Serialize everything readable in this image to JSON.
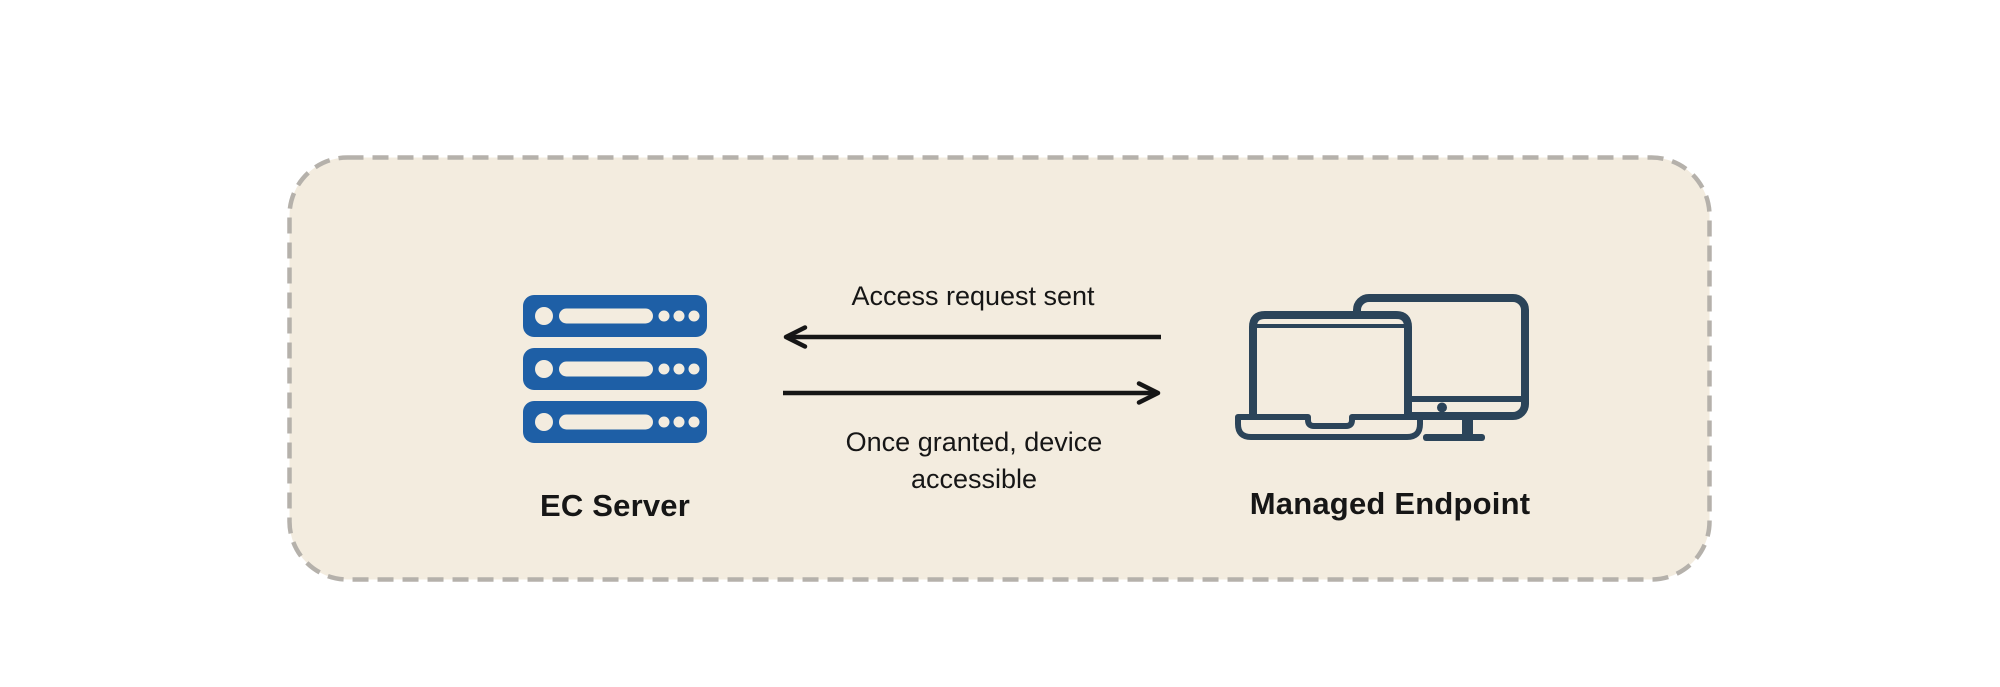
{
  "diagram": {
    "colors": {
      "panel-bg": "#f3ecdf",
      "panel-border": "#b5b1ab",
      "server-blue": "#1e5fa6",
      "endpoint-navy": "#2b4459",
      "ink": "#161616"
    },
    "nodes": [
      {
        "id": "ec-server",
        "label": "EC Server",
        "icon": "server-stack-icon"
      },
      {
        "id": "managed-endpoint",
        "label": "Managed Endpoint",
        "icon": "laptop-and-monitor-icon"
      }
    ],
    "arrows": [
      {
        "direction": "left",
        "from": "managed-endpoint",
        "to": "ec-server",
        "label": "Access request sent",
        "label_position": "above"
      },
      {
        "direction": "right",
        "from": "ec-server",
        "to": "managed-endpoint",
        "label": "Once granted, device\naccessible",
        "label_position": "below"
      }
    ]
  }
}
